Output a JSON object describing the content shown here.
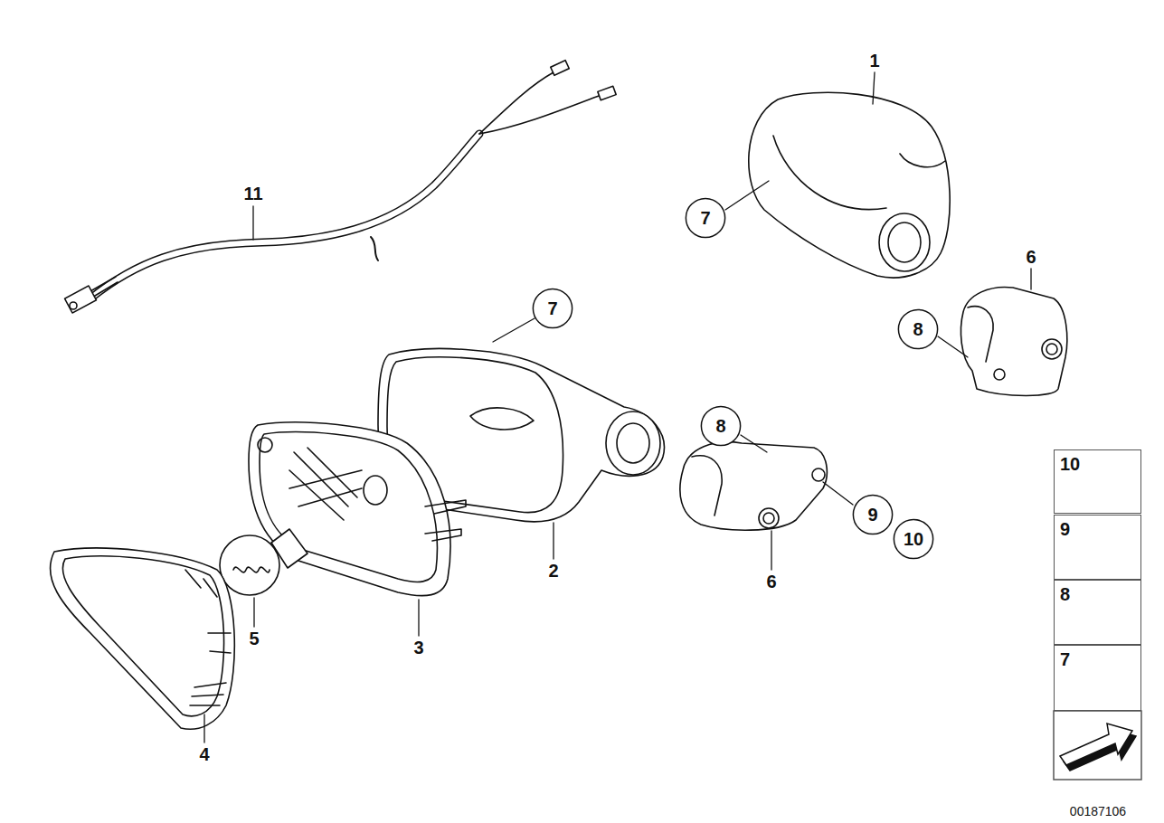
{
  "diagram": {
    "nodes": [
      {
        "text": [
          "7"
        ]
      },
      {
        "text": [
          "8"
        ]
      },
      {
        "text": [
          "7"
        ]
      },
      {
        "text": [
          "8"
        ]
      },
      {
        "text": [
          "10"
        ]
      },
      {
        "text": [
          "9"
        ]
      },
      {
        "text": [
          "10"
        ]
      },
      {
        "text": [
          "9"
        ]
      },
      {
        "text": [
          "8"
        ]
      },
      {
        "text": [
          "7"
        ]
      }
    ],
    "labels": [
      "1",
      "11",
      "6",
      "2",
      "6",
      "5",
      "3",
      "4",
      "00187106"
    ]
  }
}
